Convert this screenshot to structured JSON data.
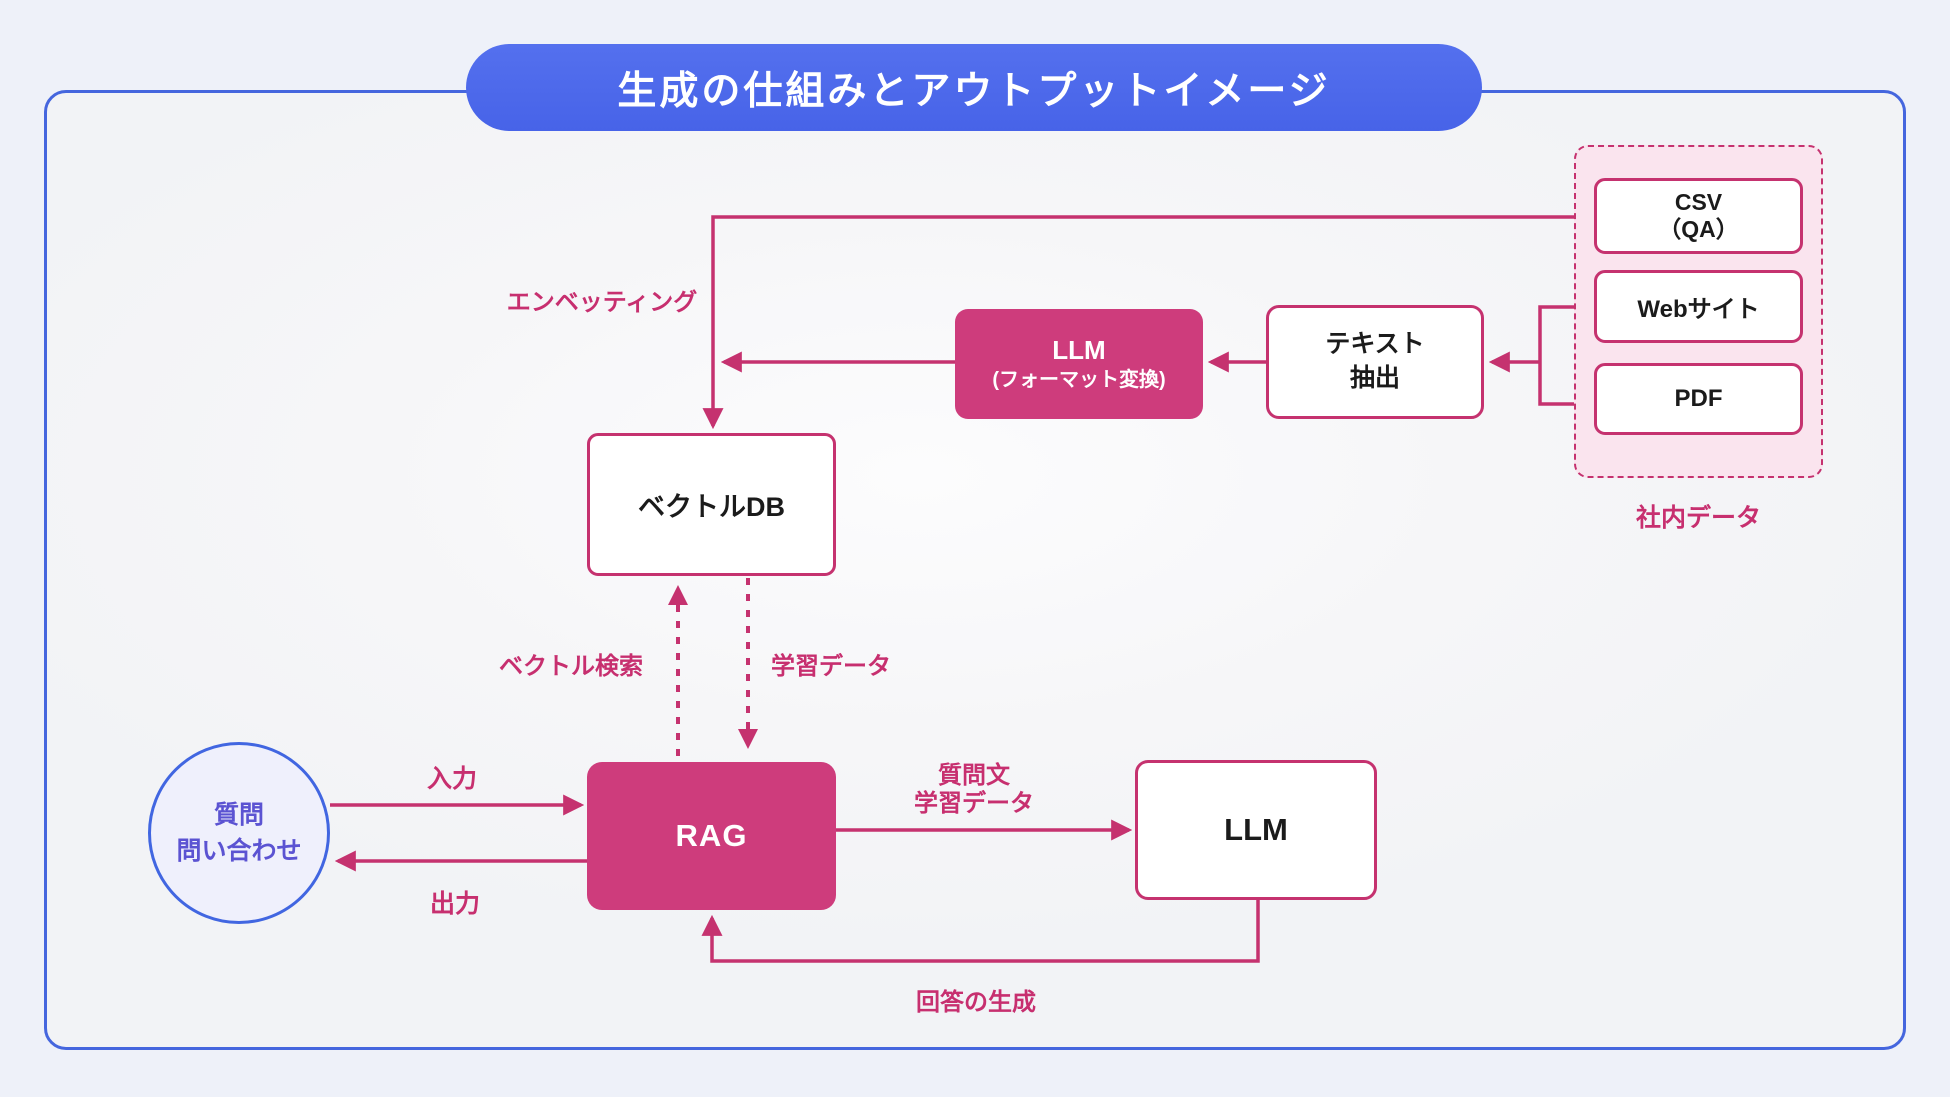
{
  "title": "生成の仕組みとアウトプットイメージ",
  "colors": {
    "accent_blue": "#4566DE",
    "accent_pink": "#CE3C7C",
    "line_pink": "#C5326F",
    "label_pink": "#C72F6F",
    "user_text_purple": "#5B53D2",
    "group_fill": "#FAE4EE",
    "page_bg": "#EEF1F9"
  },
  "nodes": {
    "csv": {
      "line1": "CSV",
      "line2": "（QA）"
    },
    "web": {
      "label": "Webサイト"
    },
    "pdf": {
      "label": "PDF"
    },
    "source_group": {
      "label": "社内データ"
    },
    "llm_format": {
      "line1": "LLM",
      "line2": "(フォーマット変換)"
    },
    "text_extract": {
      "line1": "テキスト",
      "line2": "抽出"
    },
    "vector_db": {
      "label": "ベクトルDB"
    },
    "rag": {
      "label": "RAG"
    },
    "llm": {
      "label": "LLM"
    },
    "user": {
      "line1": "質問",
      "line2": "問い合わせ"
    }
  },
  "edge_labels": {
    "embedding": "エンベッティング",
    "vector_search": "ベクトル検索",
    "training_data": "学習データ",
    "input": "入力",
    "output": "出力",
    "to_llm_line1": "質問文",
    "to_llm_line2": "学習データ",
    "answer_generation": "回答の生成"
  }
}
